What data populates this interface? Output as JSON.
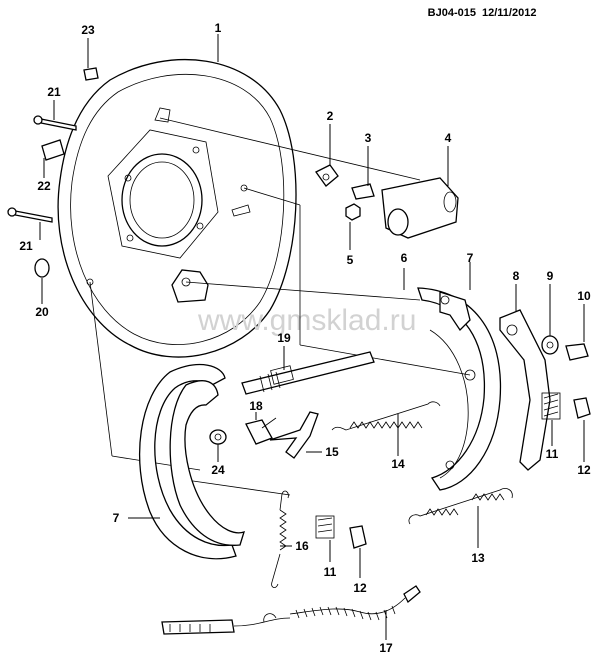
{
  "header": {
    "code": "BJ04-015",
    "date": "12/11/2012"
  },
  "watermark": "www.gmsklad.ru",
  "callouts": {
    "c1": "1",
    "c2": "2",
    "c3": "3",
    "c4": "4",
    "c5": "5",
    "c6": "6",
    "c7a": "7",
    "c7b": "7",
    "c8": "8",
    "c9": "9",
    "c10": "10",
    "c11a": "11",
    "c11b": "11",
    "c12a": "12",
    "c12b": "12",
    "c13": "13",
    "c14": "14",
    "c15": "15",
    "c16": "16",
    "c17": "17",
    "c18": "18",
    "c19": "19",
    "c20": "20",
    "c21a": "21",
    "c21b": "21",
    "c22": "22",
    "c23": "23",
    "c24": "24"
  }
}
